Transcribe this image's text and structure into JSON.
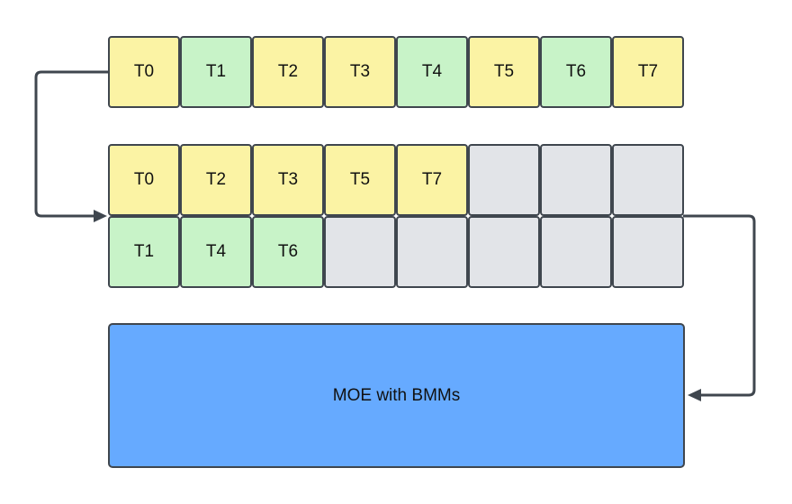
{
  "colors": {
    "yellow": "#fbf3a4",
    "green": "#c8f3c8",
    "empty": "#e2e4e8",
    "moe": "#66aaff",
    "stroke": "#3f464e"
  },
  "input_row": {
    "cells": [
      {
        "label": "T0",
        "color": "yellow"
      },
      {
        "label": "T1",
        "color": "green"
      },
      {
        "label": "T2",
        "color": "yellow"
      },
      {
        "label": "T3",
        "color": "yellow"
      },
      {
        "label": "T4",
        "color": "green"
      },
      {
        "label": "T5",
        "color": "yellow"
      },
      {
        "label": "T6",
        "color": "green"
      },
      {
        "label": "T7",
        "color": "yellow"
      }
    ]
  },
  "grouped": {
    "yellow_row": {
      "cells": [
        {
          "label": "T0",
          "color": "yellow"
        },
        {
          "label": "T2",
          "color": "yellow"
        },
        {
          "label": "T3",
          "color": "yellow"
        },
        {
          "label": "T5",
          "color": "yellow"
        },
        {
          "label": "T7",
          "color": "yellow"
        },
        {
          "label": "",
          "color": "empty"
        },
        {
          "label": "",
          "color": "empty"
        },
        {
          "label": "",
          "color": "empty"
        }
      ]
    },
    "green_row": {
      "cells": [
        {
          "label": "T1",
          "color": "green"
        },
        {
          "label": "T4",
          "color": "green"
        },
        {
          "label": "T6",
          "color": "green"
        },
        {
          "label": "",
          "color": "empty"
        },
        {
          "label": "",
          "color": "empty"
        },
        {
          "label": "",
          "color": "empty"
        },
        {
          "label": "",
          "color": "empty"
        },
        {
          "label": "",
          "color": "empty"
        }
      ]
    }
  },
  "moe_block": {
    "label": "MOE with BMMs"
  }
}
